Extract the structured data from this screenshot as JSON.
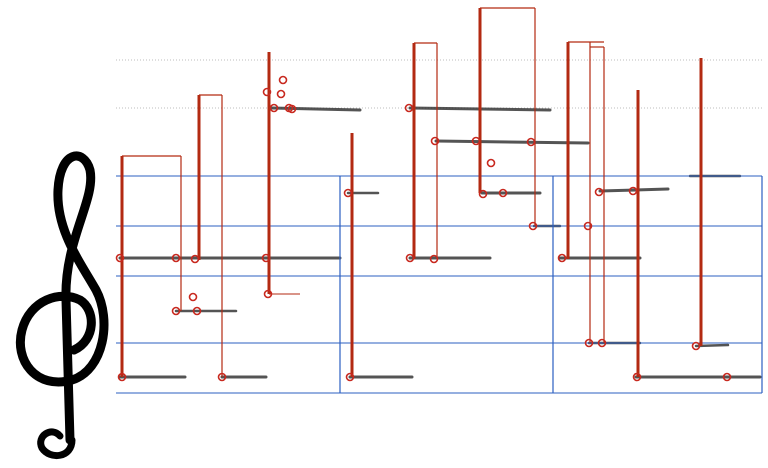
{
  "colors": {
    "staff": "#2b5fc1",
    "ledger": "#b8b8b8",
    "stem": "#b32a12",
    "notehead": "#c8281e",
    "trace": "#2a2a2a",
    "clef": "#000000"
  },
  "clef": {
    "icon": "treble-clef-icon"
  },
  "staff": {
    "line_count": 5,
    "barline_count": 3
  },
  "notes": {
    "count": 38
  }
}
